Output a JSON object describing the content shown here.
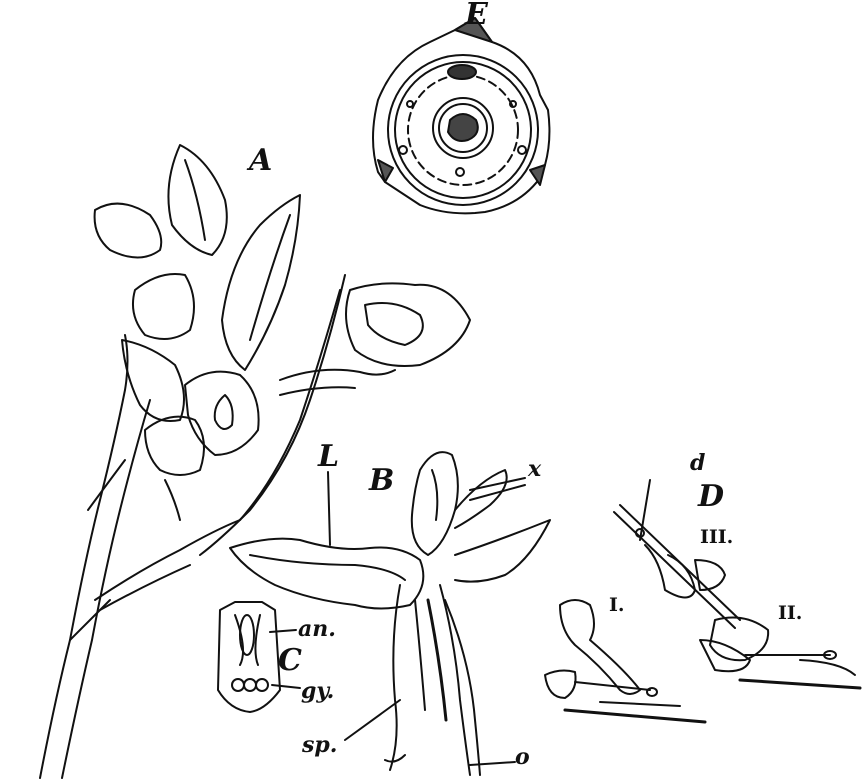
{
  "labels": {
    "A": "A",
    "B": "B",
    "C": "C",
    "D": "D",
    "E": "E",
    "L": "L",
    "x": "x",
    "d": "d",
    "o": "o",
    "an": "an.",
    "gy": "gy.",
    "sp": "sp.",
    "I": "I.",
    "II": "II.",
    "III": "III."
  }
}
